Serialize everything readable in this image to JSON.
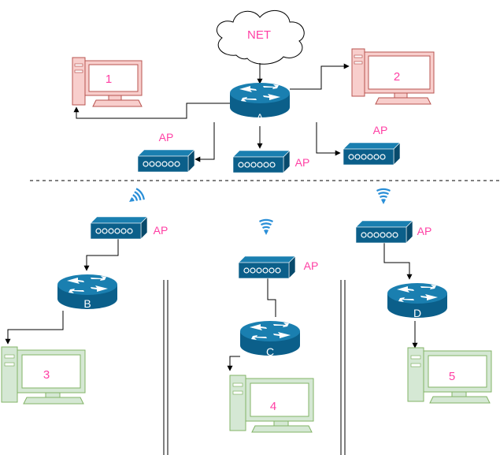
{
  "cloud": {
    "label": "NET"
  },
  "routers": {
    "A": {
      "label": "A"
    },
    "B": {
      "label": "B"
    },
    "C": {
      "label": "C"
    },
    "D": {
      "label": "D"
    }
  },
  "access_points": {
    "ap1": {
      "label": "AP"
    },
    "ap2": {
      "label": "AP"
    },
    "ap3": {
      "label": "AP"
    },
    "ap4": {
      "label": "AP"
    },
    "ap5": {
      "label": "AP"
    },
    "ap6": {
      "label": "AP"
    }
  },
  "computers": {
    "pc1": {
      "label": "1"
    },
    "pc2": {
      "label": "2"
    },
    "pc3": {
      "label": "3"
    },
    "pc4": {
      "label": "4"
    },
    "pc5": {
      "label": "5"
    }
  },
  "colors": {
    "router": "#0b5f8a",
    "router_top": "#1a7fb0",
    "ap": "#0b5f8a",
    "pc_red_fill": "#f8cecc",
    "pc_red_stroke": "#b85450",
    "pc_green_fill": "#d5e8d4",
    "pc_green_stroke": "#82b366",
    "label": "#ff3fa4",
    "wifi": "#2a8fd8"
  }
}
